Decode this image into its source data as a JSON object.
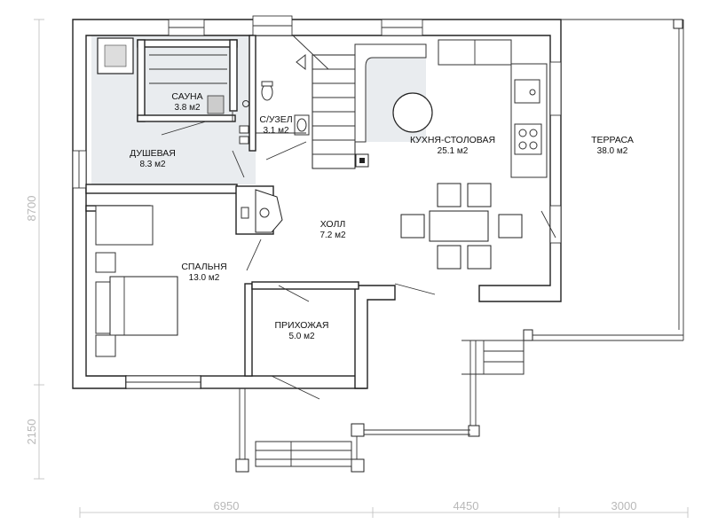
{
  "rooms": [
    {
      "name": "САУНА",
      "area": "3.8 м2"
    },
    {
      "name": "С/УЗЕЛ",
      "area": "3.1 м2"
    },
    {
      "name": "ДУШЕВАЯ",
      "area": "8.3 м2"
    },
    {
      "name": "КУХНЯ-СТОЛОВАЯ",
      "area": "25.1 м2"
    },
    {
      "name": "ТЕРРАСА",
      "area": "38.0 м2"
    },
    {
      "name": "ХОЛЛ",
      "area": "7.2 м2"
    },
    {
      "name": "СПАЛЬНЯ",
      "area": "13.0 м2"
    },
    {
      "name": "ПРИХОЖАЯ",
      "area": "5.0 м2"
    }
  ],
  "dimensions": {
    "bottom": [
      "6950",
      "4450",
      "3000"
    ],
    "left": [
      "8700",
      "2150"
    ]
  }
}
